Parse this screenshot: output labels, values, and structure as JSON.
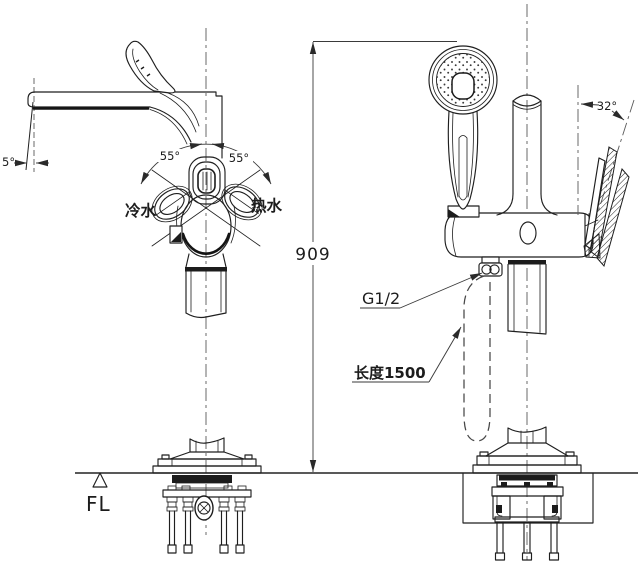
{
  "drawing_type": "technical-installation-drawing",
  "views": {
    "front_view": "floor-standing bath spout with mixer ports",
    "side_view": "riser with hand shower, diverter handle and hose"
  },
  "labels": {
    "height_dim": "909",
    "thread_size": "G1/2",
    "hose_length": "长度1500",
    "cold_water": "冷水",
    "hot_water": "热水",
    "spout_angle": "5°",
    "cold_angle": "55°",
    "hot_angle": "55°",
    "handle_angle": "32°",
    "floor_level": "FL"
  },
  "colors": {
    "line": "#1f1f1f",
    "dimension": "#3a3a3a",
    "centerline": "#5a5a5a",
    "background": "#ffffff"
  }
}
